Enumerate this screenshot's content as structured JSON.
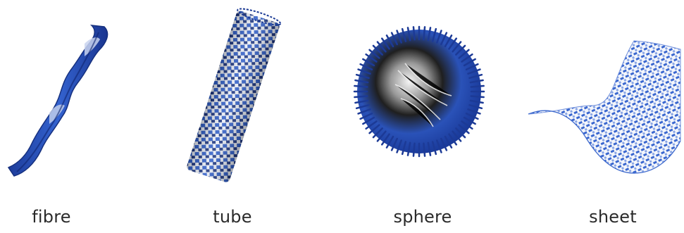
{
  "colors": {
    "blue_dark": "#1f3f9e",
    "blue_mid": "#2e5cc8",
    "blue_light": "#6d8fe0",
    "white_band": "#f2f4f8",
    "black": "#111111"
  },
  "panels": [
    {
      "shape": "fibre",
      "label": "fibre"
    },
    {
      "shape": "tube",
      "label": "tube"
    },
    {
      "shape": "sphere",
      "label": "sphere"
    },
    {
      "shape": "sheet",
      "label": "sheet"
    }
  ]
}
